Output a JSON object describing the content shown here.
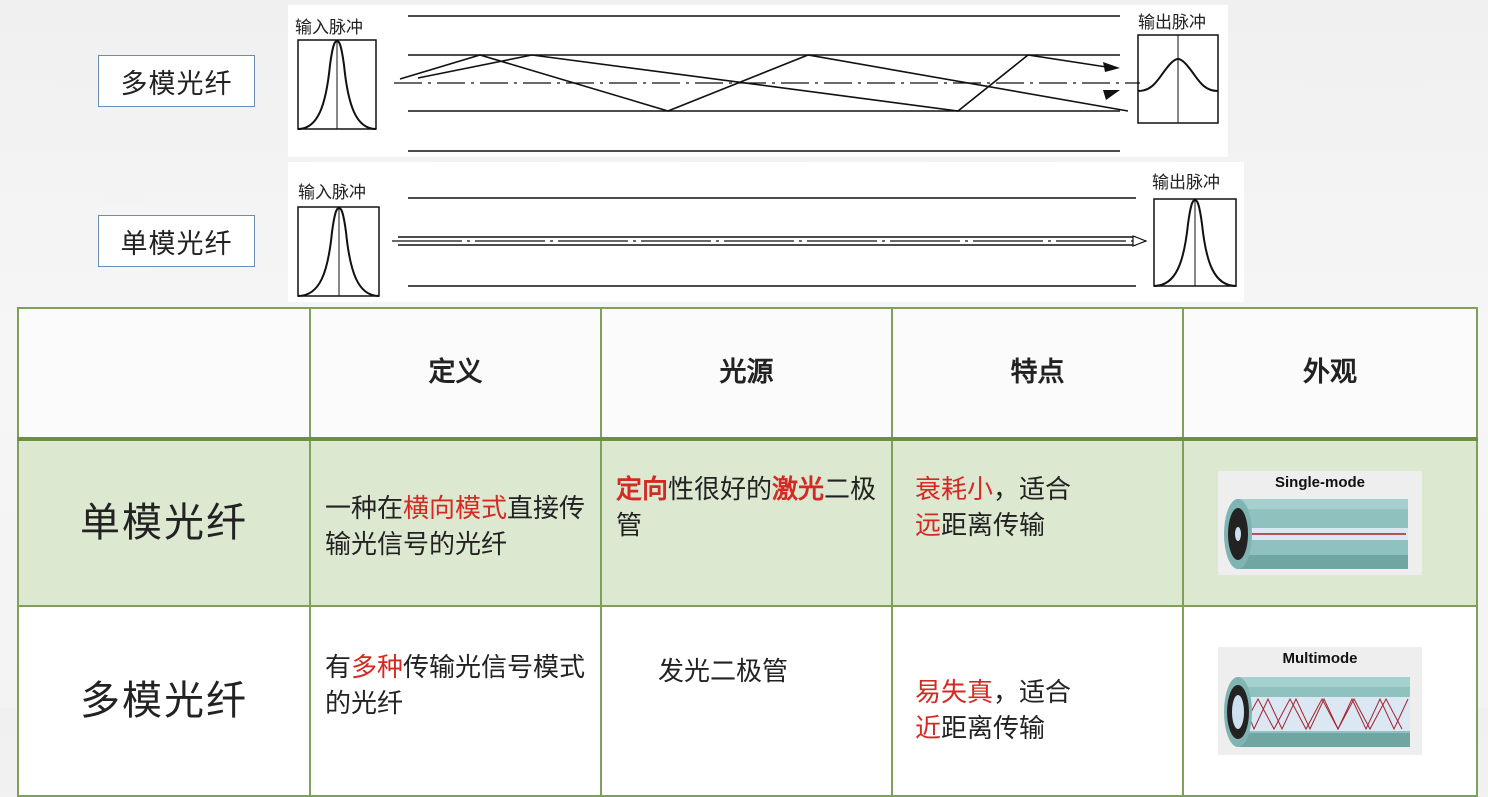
{
  "diagrams": {
    "multimode": {
      "label": "多模光纤",
      "input_pulse_label": "输入脉冲",
      "output_pulse_label": "输出脉冲",
      "output_pulse_shape": "broadened"
    },
    "singlemode": {
      "label": "单模光纤",
      "input_pulse_label": "输入脉冲",
      "output_pulse_label": "输出脉冲",
      "output_pulse_shape": "narrow"
    }
  },
  "table": {
    "headers": [
      "",
      "定义",
      "光源",
      "特点",
      "外观"
    ],
    "rows": [
      {
        "name": "单模光纤",
        "definition": {
          "a": "一种在",
          "b": "横向模式",
          "c": "直接传输光信号的光纤"
        },
        "source": {
          "a": "定向",
          "b": "性很好的",
          "c": "激光",
          "d": "二极管"
        },
        "feature": {
          "a": "衰耗小",
          "b": "，适合",
          "c": "远",
          "d": "距离传输"
        },
        "appearance_label": "Single-mode"
      },
      {
        "name": "多模光纤",
        "definition": {
          "a": "有",
          "b": "多种",
          "c": "传输光信号模式的光纤"
        },
        "source": {
          "a": "发光二极管"
        },
        "feature": {
          "a": "易失真",
          "b": "，适合",
          "c": "近",
          "d": "距离传输"
        },
        "appearance_label": "Multimode"
      }
    ]
  },
  "colors": {
    "table_border": "#7fa05a",
    "highlight_row": "#dde8d1",
    "emphasis_red": "#d32a24"
  }
}
